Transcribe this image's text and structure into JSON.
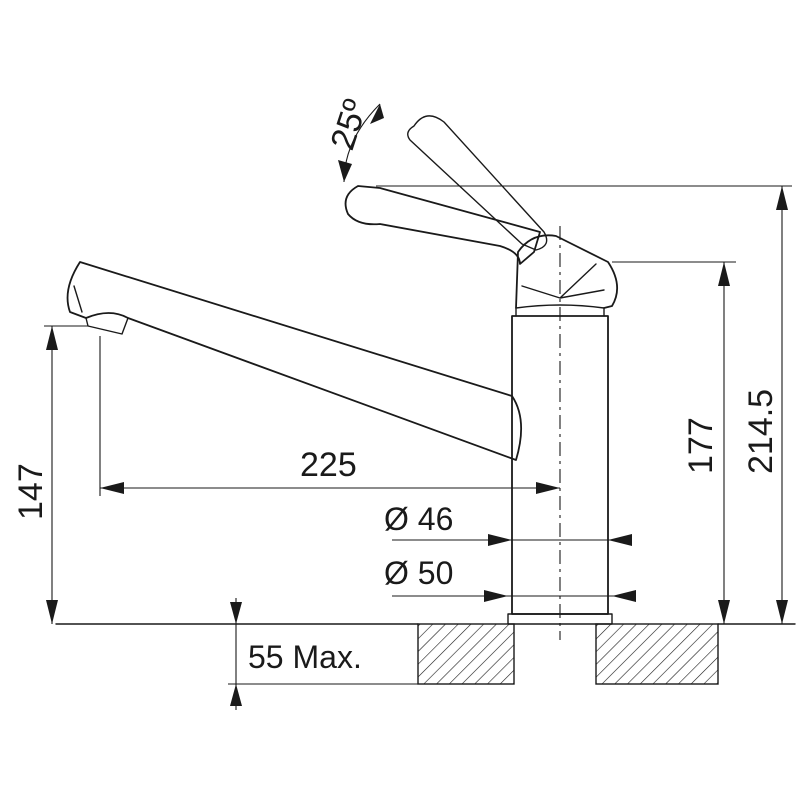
{
  "dimensions": {
    "angle": "25º",
    "spout_reach": "225",
    "spout_height": "147",
    "lever_height": "177",
    "total_height": "214.5",
    "diameter_body": "Ø 46",
    "diameter_base": "Ø 50",
    "counter_thickness": "55 Max."
  },
  "colors": {
    "line": "#1a1a1a",
    "background": "#ffffff"
  }
}
